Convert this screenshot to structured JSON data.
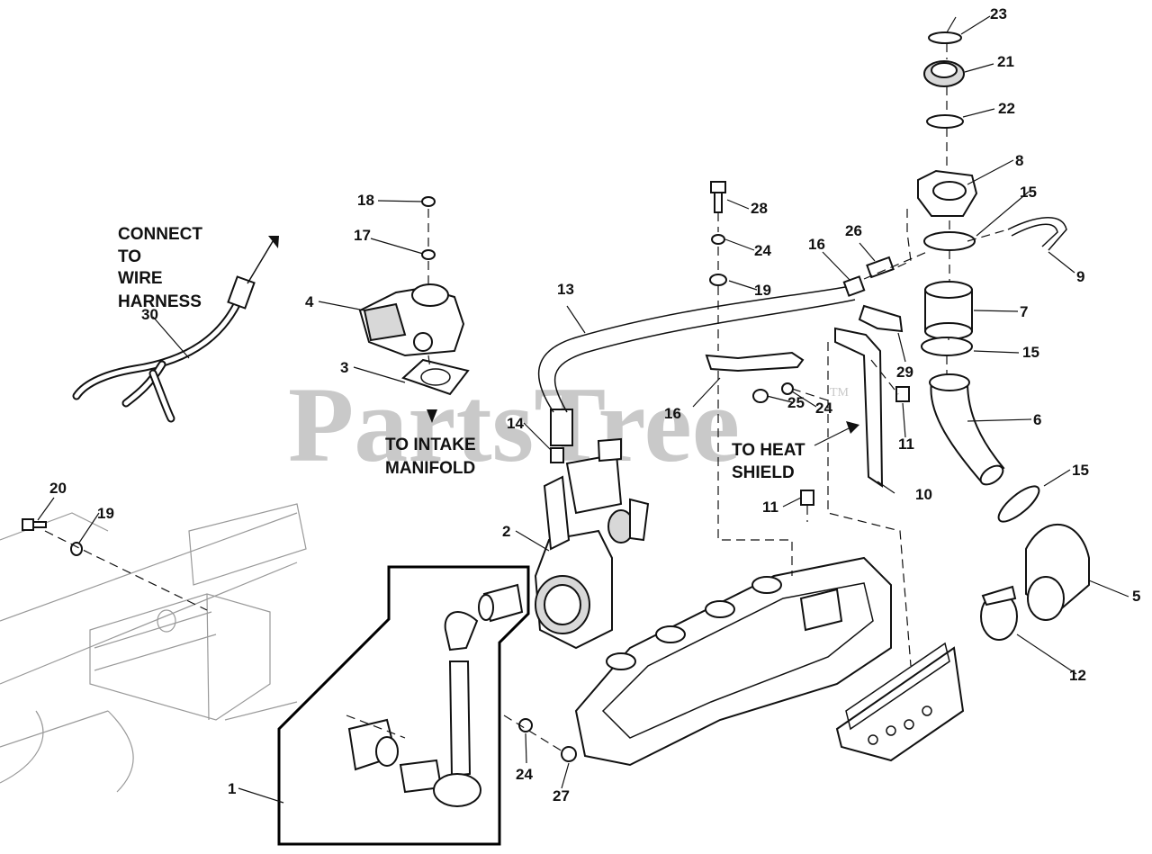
{
  "watermark": {
    "text": "PartsTree",
    "tm": "TM"
  },
  "notes": {
    "connect": [
      "CONNECT",
      "TO",
      "WIRE",
      "HARNESS"
    ],
    "intake": [
      "TO INTAKE",
      "MANIFOLD"
    ],
    "heat": [
      "TO HEAT",
      "SHIELD"
    ]
  },
  "callouts": {
    "c1": "1",
    "c2": "2",
    "c3": "3",
    "c4": "4",
    "c5": "5",
    "c6": "6",
    "c7": "7",
    "c8": "8",
    "c9": "9",
    "c10": "10",
    "c11a": "11",
    "c11b": "11",
    "c12": "12",
    "c13": "13",
    "c14": "14",
    "c15a": "15",
    "c15b": "15",
    "c15c": "15",
    "c16a": "16",
    "c16b": "16",
    "c17": "17",
    "c18": "18",
    "c19a": "19",
    "c19b": "19",
    "c20": "20",
    "c21": "21",
    "c22": "22",
    "c23": "23",
    "c24a": "24",
    "c24b": "24",
    "c24c": "24",
    "c25": "25",
    "c26": "26",
    "c27": "27",
    "c28": "28",
    "c29": "29",
    "c30": "30"
  }
}
